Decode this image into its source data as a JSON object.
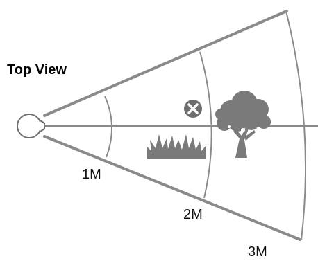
{
  "title": "Top View",
  "distances": {
    "d1": "1M",
    "d2": "2M",
    "d3": "3M"
  },
  "icons": {
    "sensor": "sensor-circle-icon",
    "excluded": "close-circle-icon",
    "grass": "grass-icon",
    "tree": "tree-icon"
  },
  "colors": {
    "line": "#8a8a8a",
    "icon_fill": "#7a7a7a",
    "text": "#111111"
  }
}
